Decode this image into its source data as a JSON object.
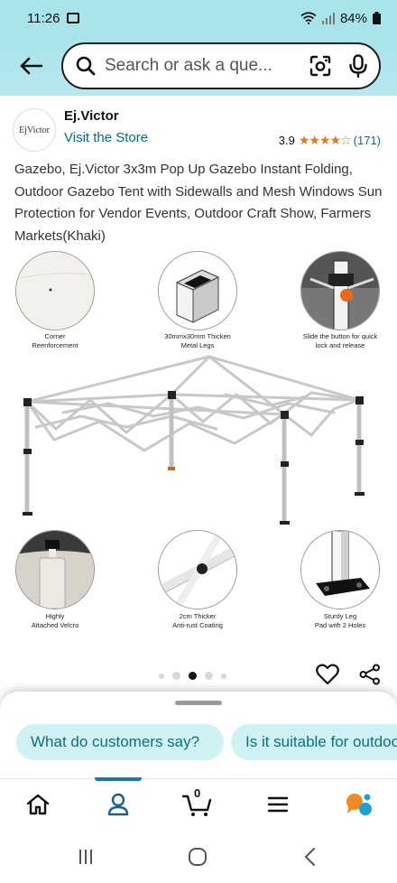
{
  "status_bar": {
    "time": "11:26",
    "battery": "84%"
  },
  "search": {
    "placeholder": "Search or ask a que..."
  },
  "store": {
    "logo_text": "EjVictor",
    "brand": "Ej.Victor",
    "visit_label": "Visit the Store",
    "rating": "3.9",
    "rating_stars": 4,
    "rating_count": "(171)"
  },
  "product": {
    "title": "Gazebo, Ej.Victor 3x3m Pop Up Gazebo Instant Folding, Outdoor Gazebo Tent with Sidewalls and Mesh Windows Sun Protection for Vendor Events, Outdoor Craft Show, Farmers Markets(Khaki)"
  },
  "image_callouts": [
    {
      "line1": "Corner",
      "line2": "Reenforcement"
    },
    {
      "line1": "30mmx30mm Thicken",
      "line2": "Metal Legs"
    },
    {
      "line1": "Slide the button for quick",
      "line2": "lock and release"
    },
    {
      "line1": "Highly",
      "line2": "Attached Velcro"
    },
    {
      "line1": "2cm Thicker",
      "line2": "Anti-rust Coating"
    },
    {
      "line1": "Sturdy Leg",
      "line2": "Pad with 2 Holes"
    }
  ],
  "carousel": {
    "dot_count": 5,
    "active_index": 3
  },
  "suggestions": [
    {
      "label": "What do customers say?"
    },
    {
      "label": "Is it suitable for outdoor use?"
    }
  ],
  "nav": {
    "active": "account",
    "cart_count": "0"
  },
  "colors": {
    "header_bg": "#a8e4ea",
    "link": "#007185",
    "star": "#de7921",
    "chip_bg": "#d1f2f4",
    "chip_text": "#0e6f7a",
    "nav_indicator": "#1a7aa0"
  }
}
